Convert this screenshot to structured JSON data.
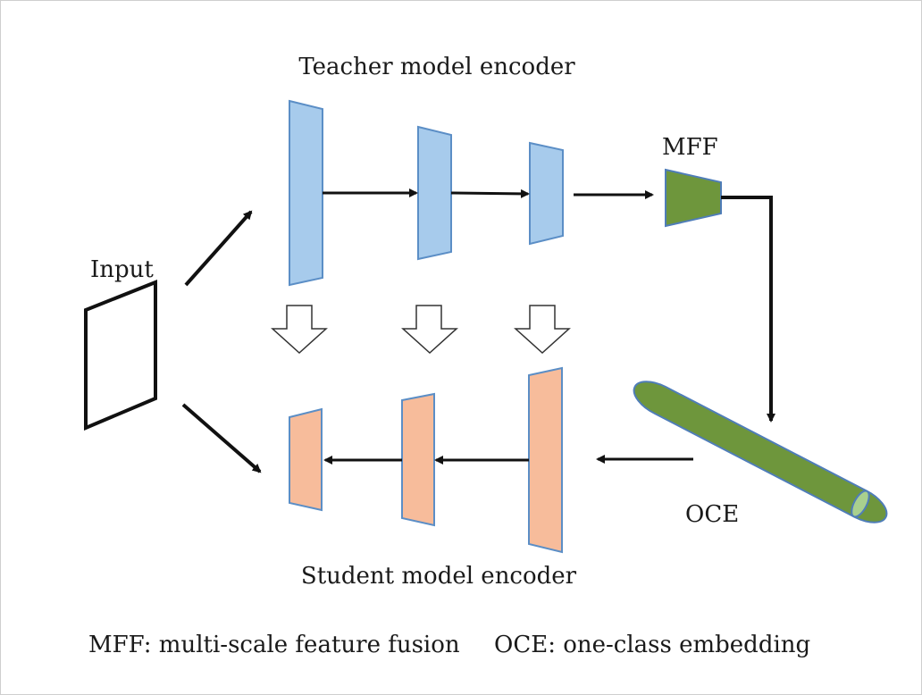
{
  "labels": {
    "teacher": "Teacher model encoder",
    "student": "Student model encoder",
    "input": "Input",
    "mff": "MFF",
    "oce": "OCE"
  },
  "legend": {
    "mff": "MFF: multi-scale feature fusion",
    "oce": "OCE: one-class embedding"
  },
  "colors": {
    "teacher_fill": "#a7cbec",
    "teacher_stroke": "#5b8ec6",
    "student_fill": "#f7bc9b",
    "student_stroke": "#5b8ec6",
    "green_fill": "#6e963c",
    "green_stroke": "#4f7db8",
    "green_cap": "#a9d08e",
    "arrow": "#111111"
  }
}
